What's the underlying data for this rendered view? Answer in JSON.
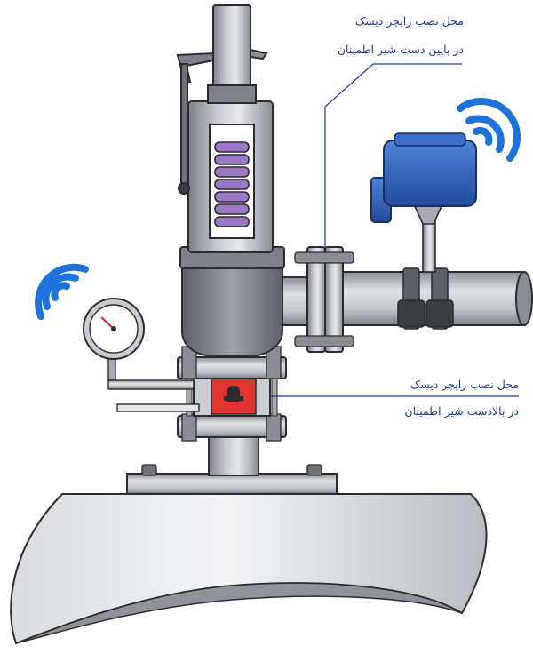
{
  "annotations": {
    "top": {
      "line1": "محل نصب راپچر دیسک",
      "line2": "در پایین دست شیر اطمینان"
    },
    "bottom": {
      "line1": "محل نصب راپچر دیسک",
      "line2": "در بالادست شیر اطمینان"
    }
  },
  "colors": {
    "annotation_text": "#1f3b8c",
    "steel_light": "#d6d9de",
    "steel_mid": "#a7abb1",
    "steel_dark": "#6e7278",
    "outline": "#2a2c30",
    "spring": "#9a78c4",
    "rupture_disc": "#e0342f",
    "wireless_signal": "#1e73d8",
    "transmitter_body": "#2f5bb8"
  },
  "icons": [
    "wifi-signal-icon",
    "pressure-gauge-icon",
    "transmitter-icon"
  ]
}
